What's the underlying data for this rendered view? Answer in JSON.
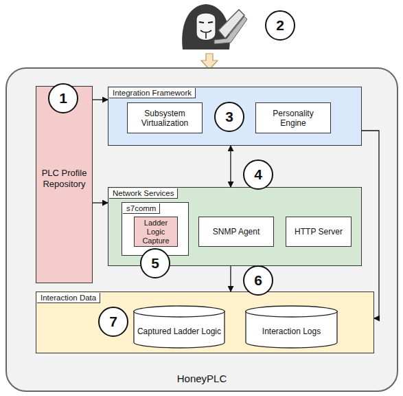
{
  "diagram": {
    "nodes": [
      {
        "text": [
          "HoneyPLC"
        ]
      },
      {
        "text": [
          "PLC Profile Repository"
        ],
        "in": 0
      },
      {
        "text": [
          "Integration Framework"
        ],
        "in": 0
      },
      {
        "text": [
          "Subsystem Virtualization"
        ],
        "in": 2
      },
      {
        "text": [
          "Personality Engine"
        ],
        "in": 2
      },
      {
        "text": [
          "Network Services"
        ],
        "in": 0
      },
      {
        "text": [
          "s7comm"
        ],
        "in": 5
      },
      {
        "text": [
          "Ladder Logic Capture"
        ],
        "in": 6
      },
      {
        "text": [
          "SNMP Agent"
        ],
        "in": 5
      },
      {
        "text": [
          "HTTP Server"
        ],
        "in": 5
      },
      {
        "text": [
          "Interaction Data"
        ],
        "in": 0
      },
      {
        "text": [
          "Captured Ladder Logic"
        ],
        "in": 10
      },
      {
        "text": [
          "Interaction Logs"
        ],
        "in": 10
      }
    ],
    "edges": [
      {
        "from": 1,
        "to": 2,
        "arrow": "to"
      },
      {
        "from": 1,
        "to": 5,
        "arrow": "to"
      },
      {
        "from": 2,
        "to": 5,
        "arrow": "both"
      },
      {
        "from": 5,
        "to": 10,
        "arrow": "to"
      },
      {
        "from": 2,
        "to": 10,
        "arrow": "to"
      }
    ],
    "labels": [
      "1",
      "2",
      "3",
      "4",
      "5",
      "6",
      "7"
    ]
  }
}
